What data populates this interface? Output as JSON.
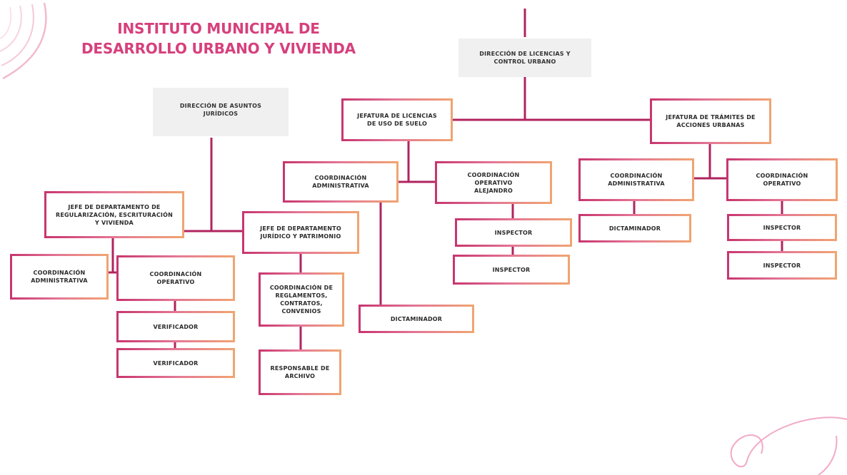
{
  "title": {
    "line1": "INSTITUTO MUNICIPAL DE",
    "line2": "DESARROLLO URBANO Y VIVIENDA"
  },
  "colors": {
    "title": "#d6407d",
    "line": "#b0245f",
    "border_start": "#c8366f",
    "border_end": "#f0a472",
    "director_bg": "#f0f0f0"
  },
  "nodes": {
    "dir_licencias": "DIRECCIÓN DE LICENCIAS Y CONTROL URBANO",
    "dir_juridicos": "DIRECCIÓN DE ASUNTOS JURÍDICOS",
    "jef_licencias_suelo": "JEFATURA DE LICENCIAS DE USO DE SUELO",
    "jef_tramites": "JEFATURA DE TRÁMITES DE ACCIONES URBANAS",
    "coord_adm_licencias": "COORDINACIÓN ADMINISTRATIVA",
    "coord_op_alejandro": "COORDINACIÓN OPERATIVO ALEJANDRO",
    "inspector_1": "INSPECTOR",
    "inspector_2": "INSPECTOR",
    "dictaminador_1": "DICTAMINADOR",
    "coord_adm_tramites": "COORDINACIÓN ADMINISTRATIVA",
    "coord_op_tramites": "COORDINACIÓN OPERATIVO",
    "dictaminador_2": "DICTAMINADOR",
    "inspector_3": "INSPECTOR",
    "inspector_4": "INSPECTOR",
    "jefe_regularizacion": "JEFE DE DEPARTAMENTO DE REGULARIZACIÓN, ESCRITURACIÓN Y VIVIENDA",
    "jefe_juridico": "JEFE DE DEPARTAMENTO JURÍDICO Y PATRIMONIO",
    "coord_adm_reg": "COORDINACIÓN ADMINISTRATIVA",
    "coord_op_reg": "COORDINACIÓN OPERATIVO",
    "verificador_1": "VERIFICADOR",
    "verificador_2": "VERIFICADOR",
    "coord_reglamentos": "COORDINACIÓN DE REGLAMENTOS, CONTRATOS, CONVENIOS",
    "responsable_archivo": "RESPONSABLE DE ARCHIVO"
  }
}
